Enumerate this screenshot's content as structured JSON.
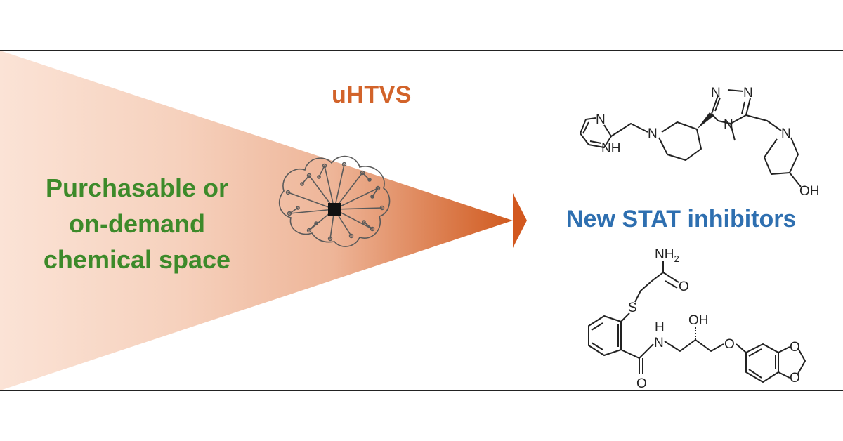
{
  "labels": {
    "left": "Purchasable or\non-demand\nchemical space",
    "top": "uHTVS",
    "right": "New STAT inhibitors"
  },
  "atoms": {
    "mol1": {
      "imidazole_n": "N",
      "imidazole_nh": "NH",
      "piperidine_n": "N",
      "triazole_n1": "N",
      "triazole_n2": "N",
      "triazole_n4": "N",
      "piperidine2_n": "N",
      "oh": "OH"
    },
    "mol2": {
      "nh2": "NH",
      "nh2_sub": "2",
      "carbonyl_o": "O",
      "sulfur": "S",
      "amide_nh": "H",
      "amide_n": "N",
      "amide_o": "O",
      "oh": "OH",
      "ether_o": "O",
      "dioxole_o1": "O",
      "dioxole_o2": "O"
    }
  },
  "colors": {
    "green_label": "#3d8a2a",
    "orange_label": "#d2632a",
    "blue_label": "#2e6fb0",
    "wedge_light": "#fbe3d6",
    "wedge_dark": "#d05a1f",
    "arrow": "#d2581f",
    "bonds": "#222222"
  },
  "icons": {
    "center": "brain-circuit-icon",
    "arrow": "arrow-head-icon"
  }
}
